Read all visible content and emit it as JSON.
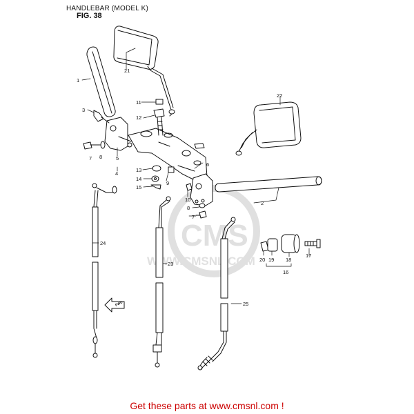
{
  "header": {
    "title": "HANDLEBAR (MODEL K)",
    "figure": "FIG. 38"
  },
  "watermark": {
    "logo_text": "CMS",
    "url_text": "WWW.CMSNL.COM"
  },
  "direction_marker": "FWD",
  "callouts": {
    "c1": "1",
    "c2": "2",
    "c3": "3",
    "c4": "4",
    "c5": "5",
    "c6": "6",
    "c7a": "7",
    "c7b": "7",
    "c8a": "8",
    "c8b": "8",
    "c9": "9",
    "c10": "10",
    "c11": "11",
    "c12": "12",
    "c13": "13",
    "c14": "14",
    "c15": "15",
    "c16": "16",
    "c17": "17",
    "c18": "18",
    "c19": "19",
    "c20": "20",
    "c21": "21",
    "c22": "22",
    "c23": "23",
    "c24": "24",
    "c25": "25"
  },
  "footer": {
    "text": "Get these parts at www.cmsnl.com !"
  },
  "colors": {
    "line": "#111111",
    "footer": "#cc0000",
    "watermark": "#c8c8c8"
  }
}
